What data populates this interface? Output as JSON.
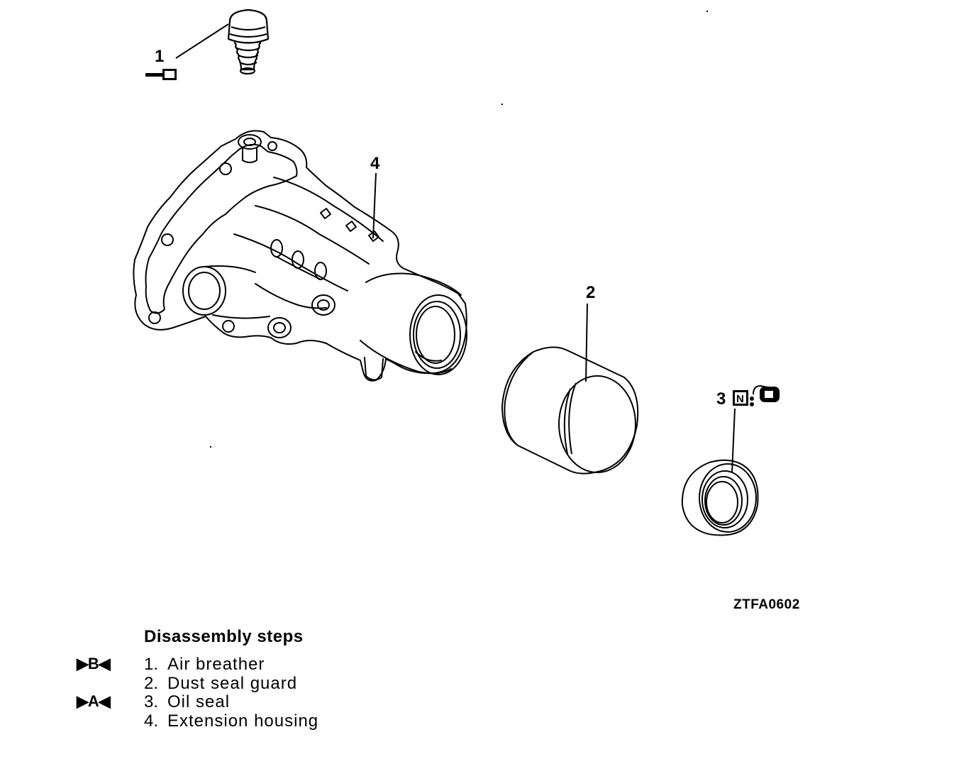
{
  "callouts": {
    "air_breather": "1",
    "dust_seal_guard": "2",
    "oil_seal": "3",
    "extension_housing": "4"
  },
  "symbols": {
    "oil_seal_new_part_badge": "N",
    "oil_seal_grease_icon": "grease-application-icon"
  },
  "figure_code": "ZTFA0602",
  "steps": {
    "title": "Disassembly steps",
    "items": [
      {
        "mark": "▶B◀",
        "number": "1.",
        "label": "Air breather"
      },
      {
        "mark": "",
        "number": "2.",
        "label": "Dust seal guard"
      },
      {
        "mark": "▶A◀",
        "number": "3.",
        "label": "Oil seal"
      },
      {
        "mark": "",
        "number": "4.",
        "label": "Extension housing"
      }
    ]
  }
}
